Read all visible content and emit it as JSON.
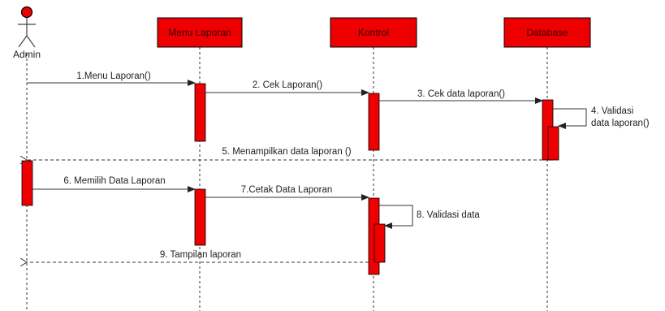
{
  "colors": {
    "fill": "#ee0000",
    "stroke": "#000000",
    "line": "#333333",
    "background": "#ffffff"
  },
  "actor": {
    "name": "Admin",
    "icon": "stick-figure-actor-icon"
  },
  "lifelines": [
    {
      "id": "menu",
      "label": "Menu Laporan"
    },
    {
      "id": "kontrol",
      "label": "Kontrol"
    },
    {
      "id": "database",
      "label": "Database"
    }
  ],
  "messages": [
    {
      "label": "1.Menu Laporan()",
      "from": "Admin",
      "to": "Menu Laporan",
      "type": "sync"
    },
    {
      "label": "2. Cek Laporan()",
      "from": "Menu Laporan",
      "to": "Kontrol",
      "type": "sync"
    },
    {
      "label": "3. Cek data laporan()",
      "from": "Kontrol",
      "to": "Database",
      "type": "sync"
    },
    {
      "label_lines": [
        "4. Validasi",
        "data laporan()"
      ],
      "from": "Database",
      "to": "Database",
      "type": "self"
    },
    {
      "label": "5. Menampilkan data laporan ()",
      "from": "Database",
      "to": "Admin",
      "type": "return"
    },
    {
      "label": "6. Memilih Data Laporan",
      "from": "Admin",
      "to": "Menu Laporan",
      "type": "sync"
    },
    {
      "label": "7.Cetak Data Laporan",
      "from": "Menu Laporan",
      "to": "Kontrol",
      "type": "sync"
    },
    {
      "label": "8. Validasi data",
      "from": "Kontrol",
      "to": "Kontrol",
      "type": "self"
    },
    {
      "label": "9. Tampilan laporan",
      "from": "Kontrol",
      "to": "Admin",
      "type": "return"
    }
  ]
}
